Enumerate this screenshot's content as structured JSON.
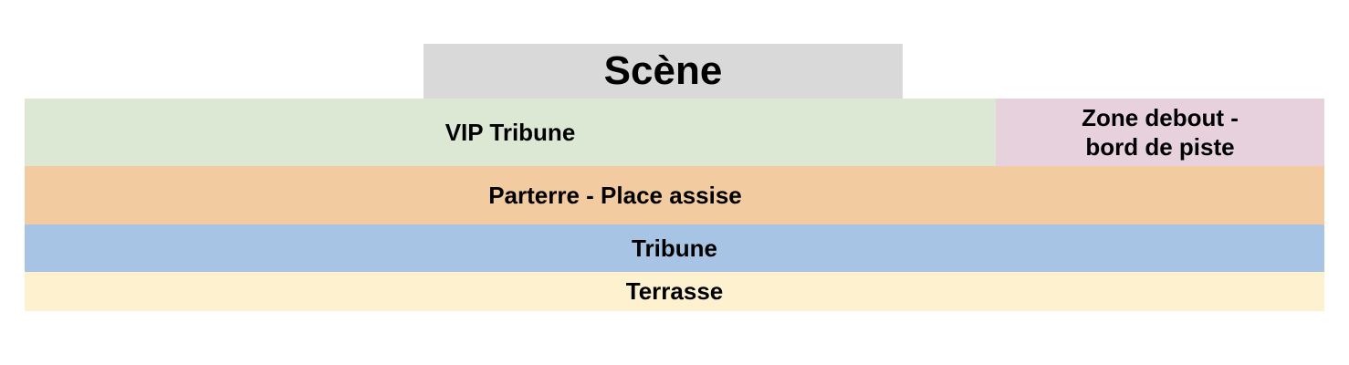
{
  "zones": {
    "stage": {
      "label": "Scène",
      "color": "#d9d9d9"
    },
    "vip_tribune": {
      "label": "VIP Tribune",
      "color": "#dde8d4"
    },
    "standing_zone": {
      "label": "Zone debout -\nbord de piste",
      "color": "#e6d1dc"
    },
    "parterre": {
      "label": "Parterre - Place assise",
      "color": "#f2cba0"
    },
    "tribune": {
      "label": "Tribune",
      "color": "#a8c4e4"
    },
    "terrasse": {
      "label": "Terrasse",
      "color": "#fdf1cf"
    }
  }
}
